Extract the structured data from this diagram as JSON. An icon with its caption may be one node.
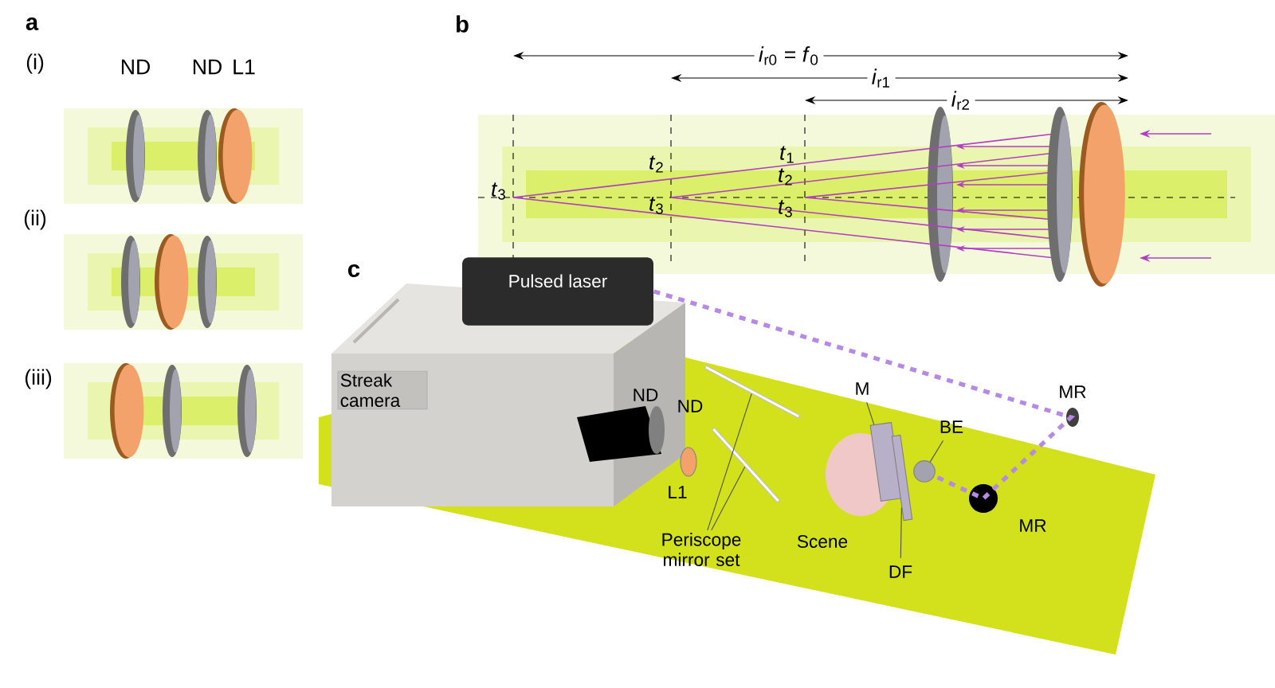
{
  "diagram": {
    "nodes": [
      {
        "text": [
          "Streak camera"
        ]
      },
      {
        "text": [
          "Pulsed laser"
        ]
      },
      {
        "text": [
          "Periscope mirror set"
        ]
      },
      {
        "text": [],
        "shape": "bar"
      },
      {
        "text": [],
        "shape": "bar"
      },
      {
        "text": [
          "M"
        ]
      },
      {
        "text": [],
        "shape": "box"
      },
      {
        "text": [
          "BE"
        ]
      },
      {
        "text": [],
        "shape": "circle"
      },
      {
        "text": [
          "DF"
        ]
      },
      {
        "text": [],
        "shape": "box"
      }
    ],
    "edges": [
      {
        "from": 2,
        "to": 3,
        "arrow": "none"
      },
      {
        "from": 2,
        "to": 4,
        "arrow": "none"
      },
      {
        "from": 5,
        "to": 6,
        "arrow": "none"
      },
      {
        "from": 7,
        "to": 8,
        "arrow": "none"
      },
      {
        "from": 9,
        "to": 10,
        "arrow": "none"
      },
      {
        "from": 1,
        "to": 8,
        "arrow": "none",
        "style": "dashed",
        "color": "#b48ae6"
      }
    ],
    "labels": [
      "a",
      "(i)",
      "ND",
      "ND",
      "L1",
      "(ii)",
      "(iii)",
      "b",
      "*i*$_{r0}$ = *f*$_{0}$",
      "*i*$_{r1}$",
      "*i*$_{r2}$",
      "*t*$_{3}$",
      "*t*$_{2}$",
      "*t*$_{3}$",
      "*t*$_{1}$",
      "*t*$_{2}$",
      "*t*$_{3}$",
      "c",
      "ND",
      "ND",
      "L1",
      "MR",
      "MR",
      "Scene"
    ]
  }
}
